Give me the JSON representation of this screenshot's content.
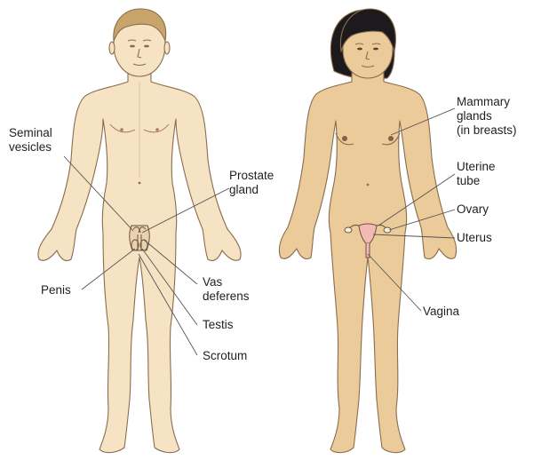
{
  "figure": {
    "male_labels": {
      "seminal_vesicles_line1": "Seminal",
      "seminal_vesicles_line2": "vesicles",
      "prostate_gland_line1": "Prostate",
      "prostate_gland_line2": "gland",
      "penis": "Penis",
      "vas_deferens_line1": "Vas",
      "vas_deferens_line2": "deferens",
      "testis": "Testis",
      "scrotum": "Scrotum"
    },
    "female_labels": {
      "mammary_glands_line1": "Mammary",
      "mammary_glands_line2": "glands",
      "mammary_glands_line3": "(in breasts)",
      "uterine_tube_line1": "Uterine",
      "uterine_tube_line2": "tube",
      "ovary": "Ovary",
      "uterus": "Uterus",
      "vagina": "Vagina"
    },
    "colors": {
      "male_skin": "#f6e3c3",
      "female_skin": "#eccb9a",
      "outline": "#8a6c4e",
      "male_hair": "#c8a46a",
      "female_hair": "#1c1a1c",
      "uterus_pink": "#f3b9b4",
      "leader_line": "#555555"
    }
  }
}
